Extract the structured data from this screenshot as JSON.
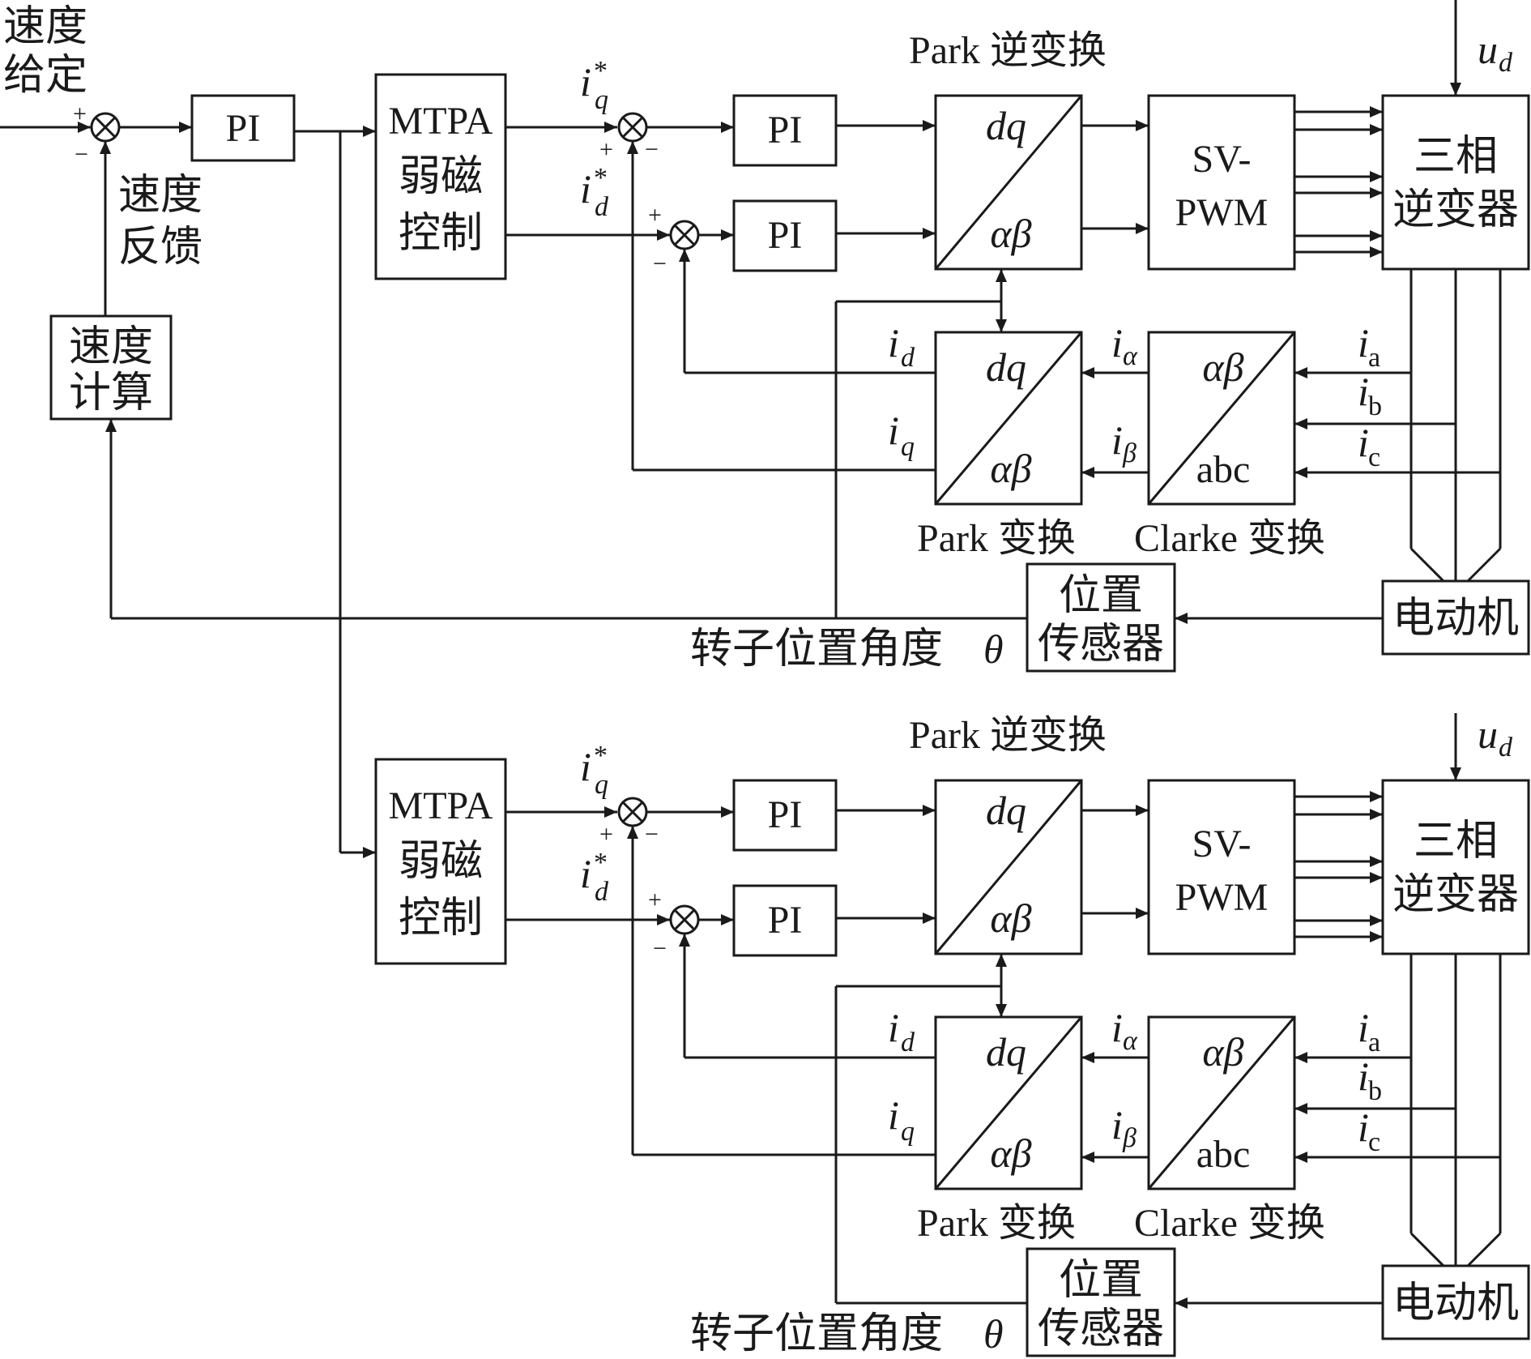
{
  "speed": {
    "ref_line1": "速度",
    "ref_line2": "给定",
    "fb_line1": "速度",
    "fb_line2": "反馈",
    "calc_line1": "速度",
    "calc_line2": "计算",
    "pi": "PI"
  },
  "signs": {
    "plus": "+",
    "minus": "−"
  },
  "units": [
    {
      "mtpa_line1": "MTPA",
      "mtpa_line2": "弱磁",
      "mtpa_line3": "控制",
      "iq_ref": "i",
      "iq_ref_sub": "q",
      "iq_ref_sup": "*",
      "id_ref": "i",
      "id_ref_sub": "d",
      "id_ref_sup": "*",
      "pi_q": "PI",
      "pi_d": "PI",
      "inv_park_caption": "Park 逆变换",
      "inv_park_top": "dq",
      "inv_park_bottom": "αβ",
      "svpwm_line1": "SV-",
      "svpwm_line2": "PWM",
      "inverter_line1": "三相",
      "inverter_line2": "逆变器",
      "ud": "u",
      "ud_sub": "d",
      "park_top": "dq",
      "park_bottom": "αβ",
      "park_caption": "Park 变换",
      "clarke_top": "αβ",
      "clarke_bottom": "abc",
      "clarke_caption": "Clarke 变换",
      "id": "i",
      "id_sub": "d",
      "iq": "i",
      "iq_sub": "q",
      "ialpha": "i",
      "ialpha_sub": "α",
      "ibeta": "i",
      "ibeta_sub": "β",
      "ia": "i",
      "ia_sub": "a",
      "ib": "i",
      "ib_sub": "b",
      "ic": "i",
      "ic_sub": "c",
      "motor": "电动机",
      "sensor_line1": "位置",
      "sensor_line2": "传感器",
      "theta_label": "转子位置角度",
      "theta": "θ"
    },
    {
      "mtpa_line1": "MTPA",
      "mtpa_line2": "弱磁",
      "mtpa_line3": "控制",
      "iq_ref": "i",
      "iq_ref_sub": "q",
      "iq_ref_sup": "*",
      "id_ref": "i",
      "id_ref_sub": "d",
      "id_ref_sup": "*",
      "pi_q": "PI",
      "pi_d": "PI",
      "inv_park_caption": "Park 逆变换",
      "inv_park_top": "dq",
      "inv_park_bottom": "αβ",
      "svpwm_line1": "SV-",
      "svpwm_line2": "PWM",
      "inverter_line1": "三相",
      "inverter_line2": "逆变器",
      "ud": "u",
      "ud_sub": "d",
      "park_top": "dq",
      "park_bottom": "αβ",
      "park_caption": "Park 变换",
      "clarke_top": "αβ",
      "clarke_bottom": "abc",
      "clarke_caption": "Clarke 变换",
      "id": "i",
      "id_sub": "d",
      "iq": "i",
      "iq_sub": "q",
      "ialpha": "i",
      "ialpha_sub": "α",
      "ibeta": "i",
      "ibeta_sub": "β",
      "ia": "i",
      "ia_sub": "a",
      "ib": "i",
      "ib_sub": "b",
      "ic": "i",
      "ic_sub": "c",
      "motor": "电动机",
      "sensor_line1": "位置",
      "sensor_line2": "传感器",
      "theta_label": "转子位置角度",
      "theta": "θ"
    }
  ]
}
